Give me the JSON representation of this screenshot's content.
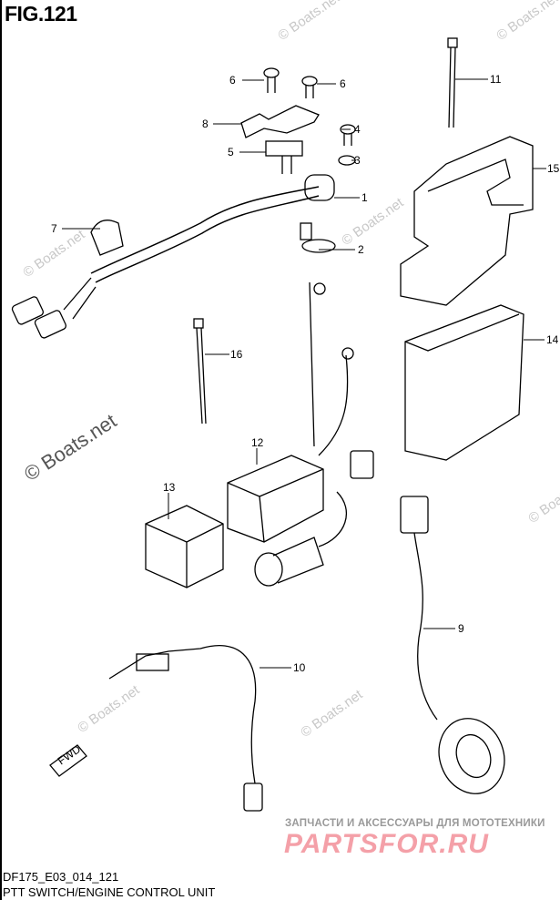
{
  "figure_title": "FIG.121",
  "diagram_code": "DF175_E03_014_121",
  "caption": "PTT SWITCH/ENGINE CONTROL UNIT",
  "callouts": [
    "1",
    "2",
    "3",
    "4",
    "5",
    "6",
    "6",
    "7",
    "8",
    "9",
    "10",
    "11",
    "12",
    "13",
    "14",
    "15",
    "16"
  ],
  "fwd_label": "FWD",
  "watermark": "© Boats.net",
  "partsfor": {
    "subtitle": "ЗАПЧАСТИ И АКСЕССУАРЫ ДЛЯ МОТОТЕХНИКИ",
    "logo": "PARTSFOR.RU"
  }
}
